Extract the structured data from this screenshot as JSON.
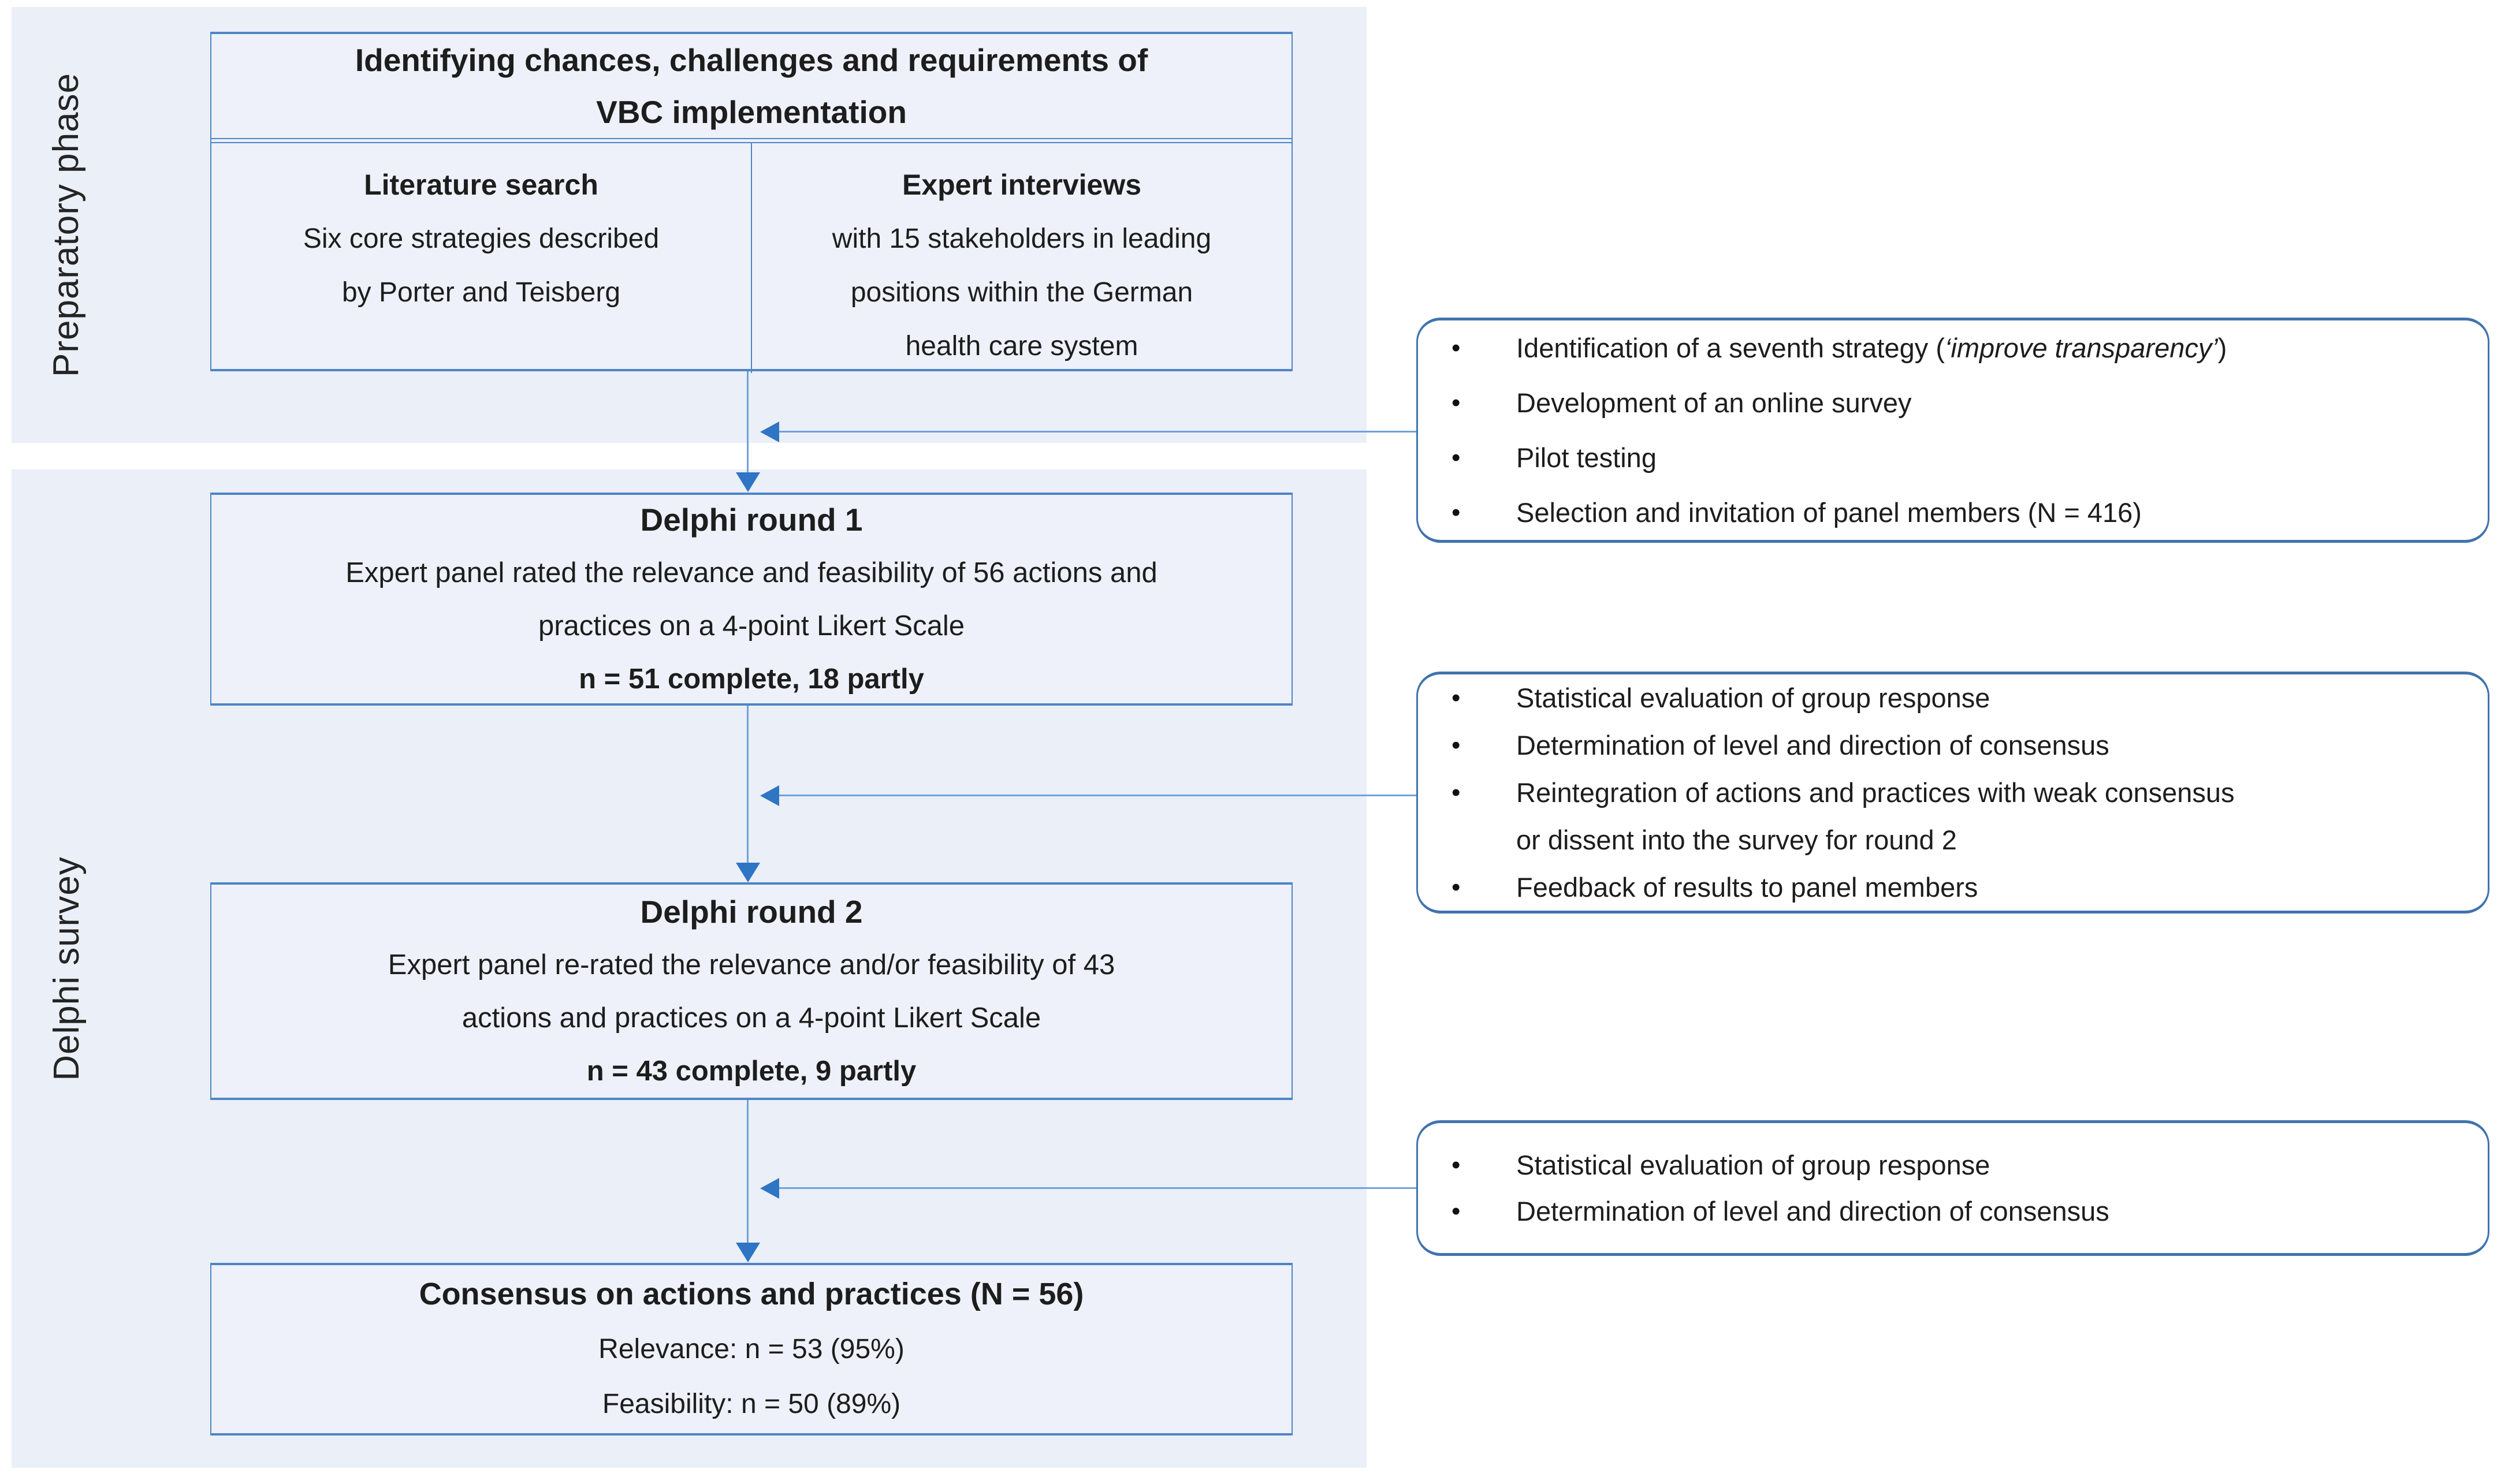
{
  "colors": {
    "panel_bg": "#ebeff7",
    "box_bg": "#eef1f9",
    "box_border": "#4e85c6",
    "side_box_border": "#4173ad",
    "arrow_line": "#6ea2dc",
    "arrow_head": "#2e75c4",
    "text": "#1d1d1d"
  },
  "bullet": "•",
  "phase_labels": [
    {
      "label": "Preparatory phase"
    },
    {
      "label": "Delphi survey"
    }
  ],
  "top_box": {
    "title_lines": [
      "Identifying chances, challenges and requirements of",
      "VBC implementation"
    ],
    "columns": [
      {
        "heading": "Literature search",
        "body_lines": [
          "Six core strategies described",
          "by Porter and Teisberg"
        ]
      },
      {
        "heading": "Expert interviews",
        "body_lines": [
          "with 15 stakeholders in leading",
          "positions within the German",
          "health care system"
        ]
      }
    ]
  },
  "delphi_round_1": {
    "title": "Delphi round 1",
    "body_lines": [
      "Expert panel rated the relevance and feasibility of 56 actions and",
      "practices on a 4-point Likert Scale"
    ],
    "note": "n = 51 complete, 18 partly"
  },
  "delphi_round_2": {
    "title": "Delphi round 2",
    "body_lines": [
      "Expert panel re-rated the relevance and/or feasibility of 43",
      "actions and practices on a 4-point Likert Scale"
    ],
    "note": "n = 43 complete, 9 partly"
  },
  "consensus": {
    "title": "Consensus on actions and practices (N = 56)",
    "lines": [
      "Relevance: n = 53 (95%)",
      "Feasibility: n = 50 (89%)"
    ]
  },
  "side_box_1": {
    "item1": {
      "prefix": "Identification of a seventh strategy (",
      "italic": "‘improve transparency’",
      "suffix": ")"
    },
    "item2": "Development of an online survey",
    "item3": "Pilot testing",
    "item4": "Selection and invitation of panel members (N = 416)"
  },
  "side_box_2": {
    "item1": "Statistical evaluation of group response",
    "item2": "Determination of level and direction of consensus",
    "item3_lines": [
      "Reintegration of actions and practices with weak consensus",
      "or dissent into the survey for round 2"
    ],
    "item4": "Feedback of results to panel members"
  },
  "side_box_3": {
    "item1": "Statistical evaluation of group response",
    "item2": "Determination of level and direction of consensus"
  }
}
